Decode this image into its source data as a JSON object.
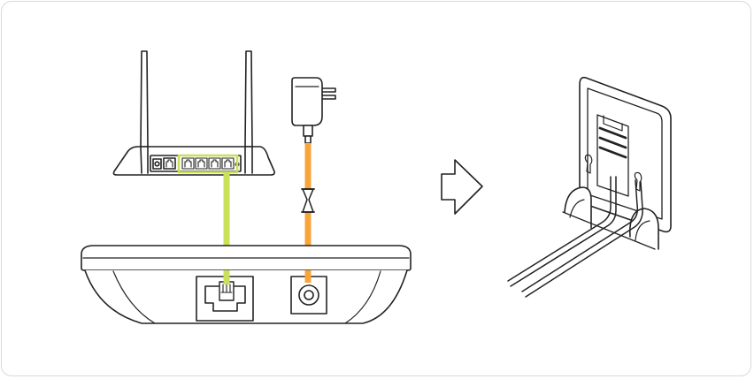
{
  "diagram": {
    "steps": [
      {
        "id": "connect",
        "components": [
          "router",
          "ethernet-cable",
          "power-adapter",
          "base-station"
        ]
      },
      {
        "id": "mount",
        "components": [
          "wall-mount-bracket",
          "cables"
        ]
      }
    ],
    "colors": {
      "ethernet_cable": "#c8e05a",
      "power_cable": "#f7a43b",
      "outline": "#222222",
      "background": "#ffffff",
      "frame_border": "#d9d9d9"
    },
    "icons": [
      "router-icon",
      "power-adapter-icon",
      "base-station-icon",
      "arrow-right-icon",
      "wall-mount-icon"
    ]
  }
}
